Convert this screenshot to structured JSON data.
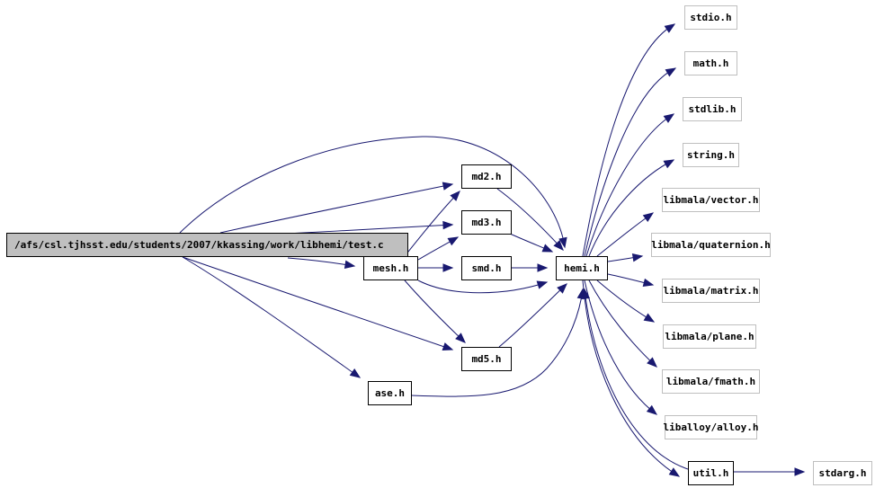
{
  "graph": {
    "nodes": [
      {
        "id": "test_c",
        "label": "/afs/csl.tjhsst.edu/students/2007/kkassing/work/libhemi/test.c",
        "kind": "root"
      },
      {
        "id": "md2_h",
        "label": "md2.h",
        "kind": "main"
      },
      {
        "id": "md3_h",
        "label": "md3.h",
        "kind": "main"
      },
      {
        "id": "mesh_h",
        "label": "mesh.h",
        "kind": "main"
      },
      {
        "id": "smd_h",
        "label": "smd.h",
        "kind": "main"
      },
      {
        "id": "md5_h",
        "label": "md5.h",
        "kind": "main"
      },
      {
        "id": "ase_h",
        "label": "ase.h",
        "kind": "main"
      },
      {
        "id": "hemi_h",
        "label": "hemi.h",
        "kind": "main"
      },
      {
        "id": "util_h",
        "label": "util.h",
        "kind": "main"
      },
      {
        "id": "stdio_h",
        "label": "stdio.h",
        "kind": "ext"
      },
      {
        "id": "math_h",
        "label": "math.h",
        "kind": "ext"
      },
      {
        "id": "stdlib_h",
        "label": "stdlib.h",
        "kind": "ext"
      },
      {
        "id": "string_h",
        "label": "string.h",
        "kind": "ext"
      },
      {
        "id": "vector_h",
        "label": "libmala/vector.h",
        "kind": "ext"
      },
      {
        "id": "quaternion_h",
        "label": "libmala/quaternion.h",
        "kind": "ext"
      },
      {
        "id": "matrix_h",
        "label": "libmala/matrix.h",
        "kind": "ext"
      },
      {
        "id": "plane_h",
        "label": "libmala/plane.h",
        "kind": "ext"
      },
      {
        "id": "fmath_h",
        "label": "libmala/fmath.h",
        "kind": "ext"
      },
      {
        "id": "alloy_h",
        "label": "liballoy/alloy.h",
        "kind": "ext"
      },
      {
        "id": "stdarg_h",
        "label": "stdarg.h",
        "kind": "ext"
      }
    ],
    "edges": [
      {
        "from": "test_c",
        "to": "md2_h"
      },
      {
        "from": "test_c",
        "to": "md3_h"
      },
      {
        "from": "test_c",
        "to": "mesh_h"
      },
      {
        "from": "test_c",
        "to": "md5_h"
      },
      {
        "from": "test_c",
        "to": "ase_h"
      },
      {
        "from": "test_c",
        "to": "hemi_h"
      },
      {
        "from": "md2_h",
        "to": "hemi_h"
      },
      {
        "from": "md3_h",
        "to": "hemi_h"
      },
      {
        "from": "mesh_h",
        "to": "md2_h"
      },
      {
        "from": "mesh_h",
        "to": "md3_h"
      },
      {
        "from": "mesh_h",
        "to": "smd_h"
      },
      {
        "from": "mesh_h",
        "to": "md5_h"
      },
      {
        "from": "mesh_h",
        "to": "hemi_h"
      },
      {
        "from": "smd_h",
        "to": "hemi_h"
      },
      {
        "from": "md5_h",
        "to": "hemi_h"
      },
      {
        "from": "ase_h",
        "to": "hemi_h"
      },
      {
        "from": "hemi_h",
        "to": "stdio_h"
      },
      {
        "from": "hemi_h",
        "to": "math_h"
      },
      {
        "from": "hemi_h",
        "to": "stdlib_h"
      },
      {
        "from": "hemi_h",
        "to": "string_h"
      },
      {
        "from": "hemi_h",
        "to": "vector_h"
      },
      {
        "from": "hemi_h",
        "to": "quaternion_h"
      },
      {
        "from": "hemi_h",
        "to": "matrix_h"
      },
      {
        "from": "hemi_h",
        "to": "plane_h"
      },
      {
        "from": "hemi_h",
        "to": "fmath_h"
      },
      {
        "from": "hemi_h",
        "to": "alloy_h"
      },
      {
        "from": "hemi_h",
        "to": "util_h"
      },
      {
        "from": "util_h",
        "to": "hemi_h"
      },
      {
        "from": "util_h",
        "to": "stdarg_h"
      }
    ]
  }
}
